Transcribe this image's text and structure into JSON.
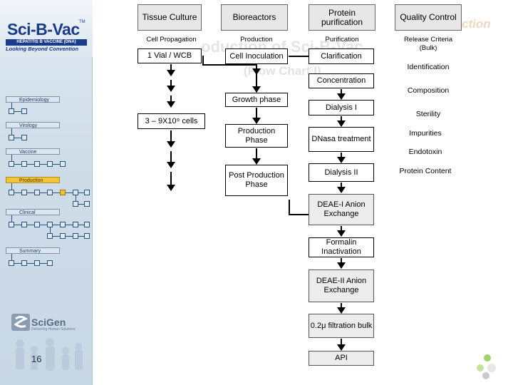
{
  "sidebar": {
    "logo": {
      "name": "Sci-B-Vac",
      "trademark": "TM",
      "subtitle": "HEPATITIS B VACCINE (DNA)",
      "tagline": "Looking Beyond Convention"
    },
    "sections": [
      {
        "label": "Epidemiology",
        "active": false
      },
      {
        "label": "Virology",
        "active": false
      },
      {
        "label": "Vaccine",
        "active": false
      },
      {
        "label": "Production",
        "active": true
      },
      {
        "label": "Clinical",
        "active": false
      },
      {
        "label": "Summary",
        "active": false
      }
    ],
    "company_logo": {
      "name": "SciGen",
      "tagline": "Delivering Human Solutions"
    },
    "page_number": "16"
  },
  "background_watermark": {
    "title_part": "oduction of Sci-B-Vac",
    "subtitle": "(Flow Chart I)",
    "corner": "ction"
  },
  "flowchart": {
    "columns": [
      {
        "header": "Tissue Culture",
        "subheader": "Cell Propagation"
      },
      {
        "header": "Bioreactors",
        "subheader": "Production"
      },
      {
        "header": "Protein purification",
        "subheader": "Purification"
      },
      {
        "header": "Quality Control",
        "subheader": "Release Criteria (Bulk)"
      }
    ],
    "tissue_culture_steps": [
      "1 Vial / WCB",
      "3 – 9X10⁹ cells"
    ],
    "bioreactor_steps": [
      "Cell Inoculation",
      "Growth phase",
      "Production Phase",
      "Post Production Phase"
    ],
    "purification_steps": [
      "Clarification",
      "Concentration",
      "Dialysis I",
      "DNasa treatment",
      "Dialysis II",
      "DEAE-I Anion Exchange",
      "Formalin Inactivation",
      "DEAE-II Anion Exchange",
      "0.2μ filtration bulk",
      "API"
    ],
    "qc_items": [
      "Identification",
      "Composition",
      "Sterility",
      "Impurities",
      "Endotoxin",
      "Protein Content"
    ]
  }
}
